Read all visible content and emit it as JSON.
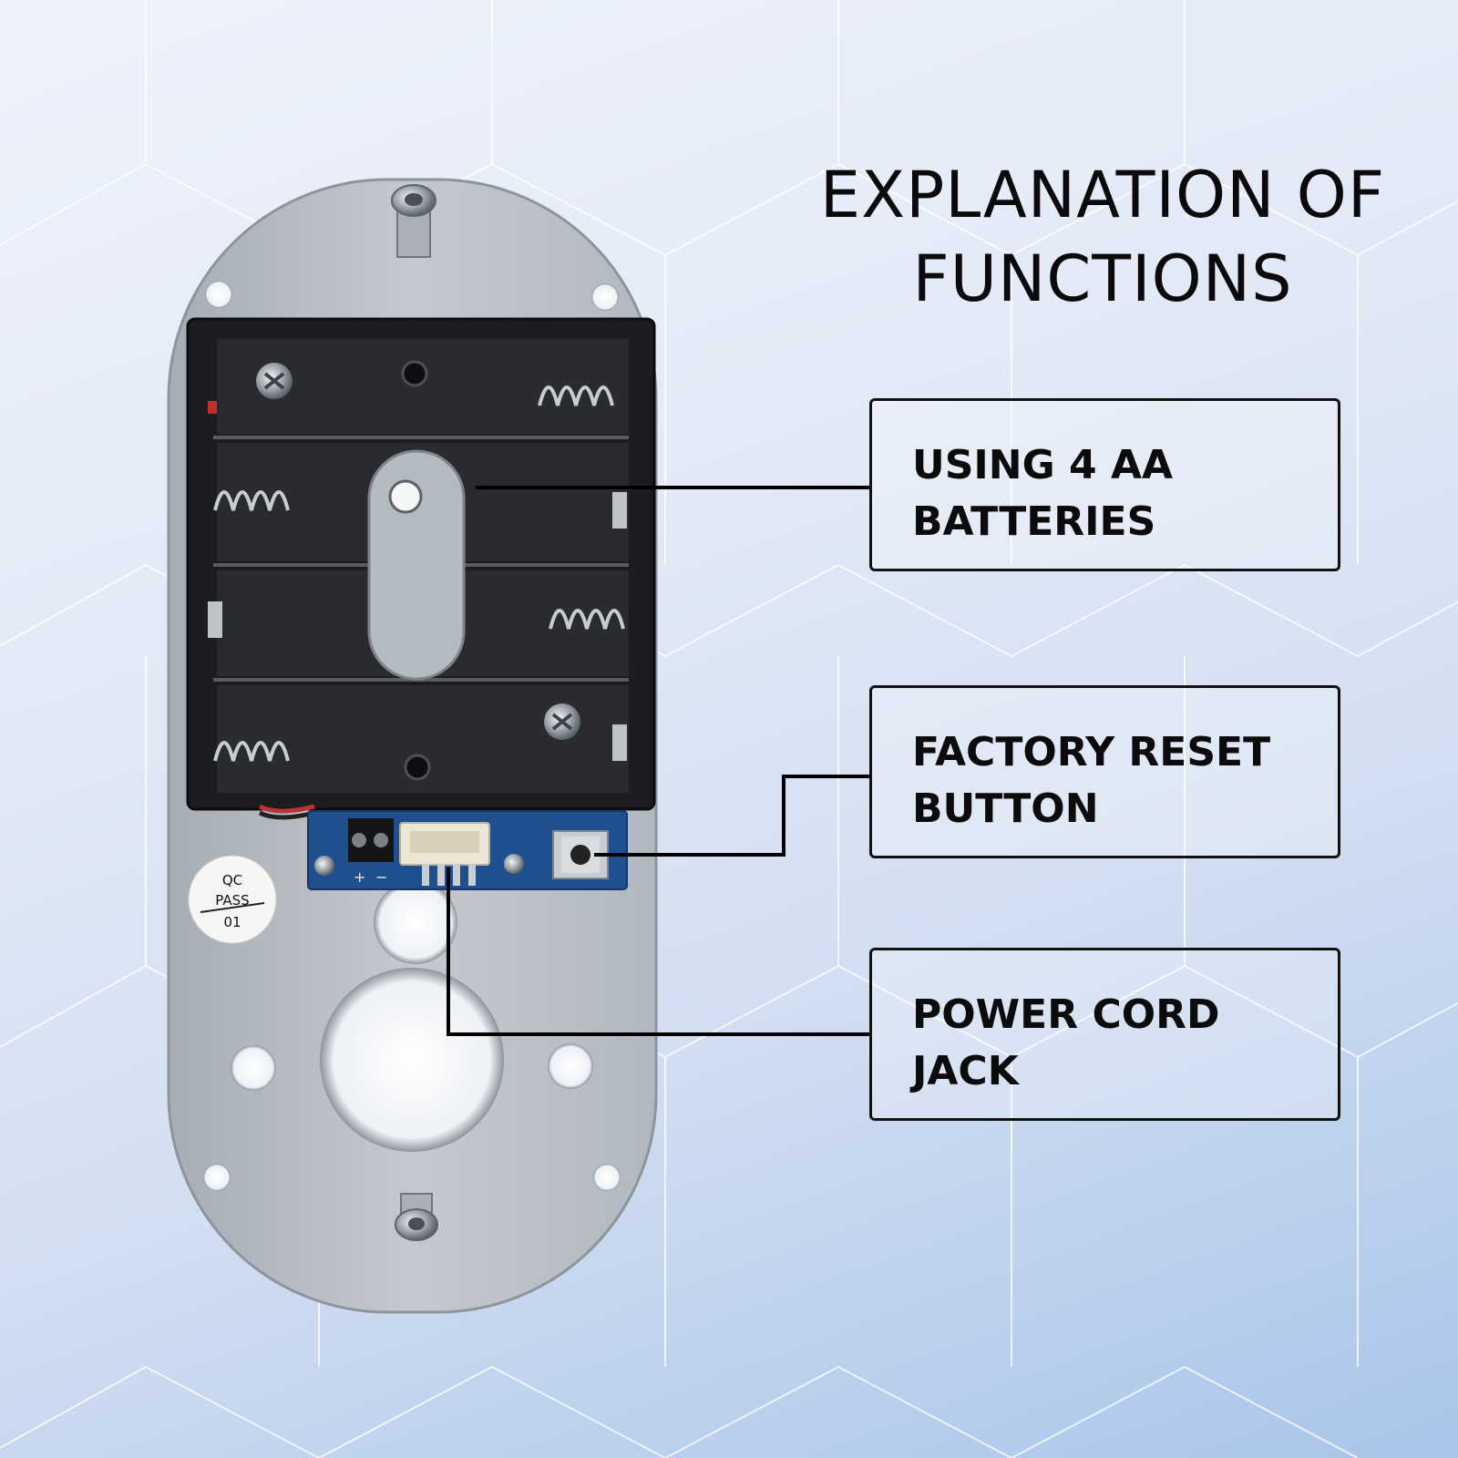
{
  "title": {
    "line1": "EXPLANATION OF",
    "line2": "FUNCTIONS"
  },
  "callouts": [
    {
      "line1": "USING 4 AA",
      "line2": "BATTERIES"
    },
    {
      "line1": "FACTORY RESET",
      "line2": "BUTTON"
    },
    {
      "line1": "POWER CORD",
      "line2": "JACK"
    }
  ],
  "sticker": {
    "line1": "QC",
    "line2": "PASS",
    "line3": "01"
  },
  "polarity": {
    "plus": "+",
    "minus": "−"
  },
  "colors": {
    "background": "#dde6f5",
    "plate": "#b6bcc3",
    "battery_holder": "#1c1d20",
    "pcb": "#1f4f8f",
    "text": "#0a0a0a"
  }
}
